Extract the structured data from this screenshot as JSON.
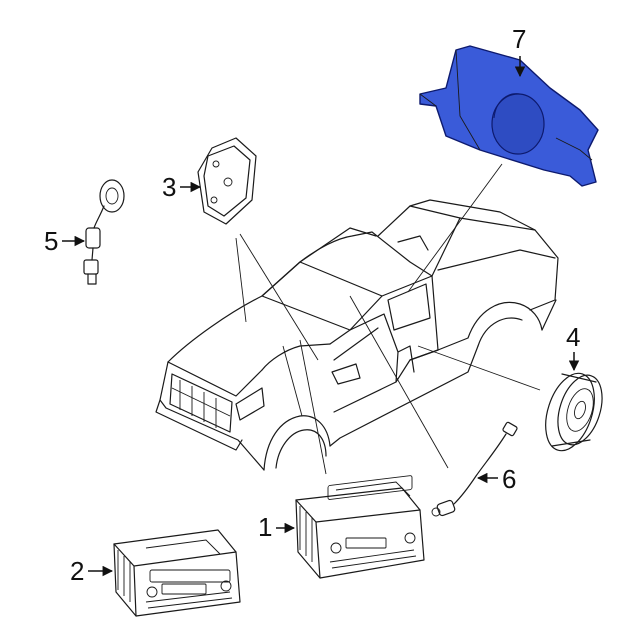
{
  "colors": {
    "highlight_fill": "#3a5bd9",
    "highlight_stroke": "#0d1a6e",
    "line": "#1a1a1a",
    "background": "#ffffff"
  },
  "callouts": [
    {
      "id": "1",
      "label": "1"
    },
    {
      "id": "2",
      "label": "2"
    },
    {
      "id": "3",
      "label": "3"
    },
    {
      "id": "4",
      "label": "4"
    },
    {
      "id": "5",
      "label": "5"
    },
    {
      "id": "6",
      "label": "6"
    },
    {
      "id": "7",
      "label": "7"
    }
  ],
  "highlighted_part": "7"
}
